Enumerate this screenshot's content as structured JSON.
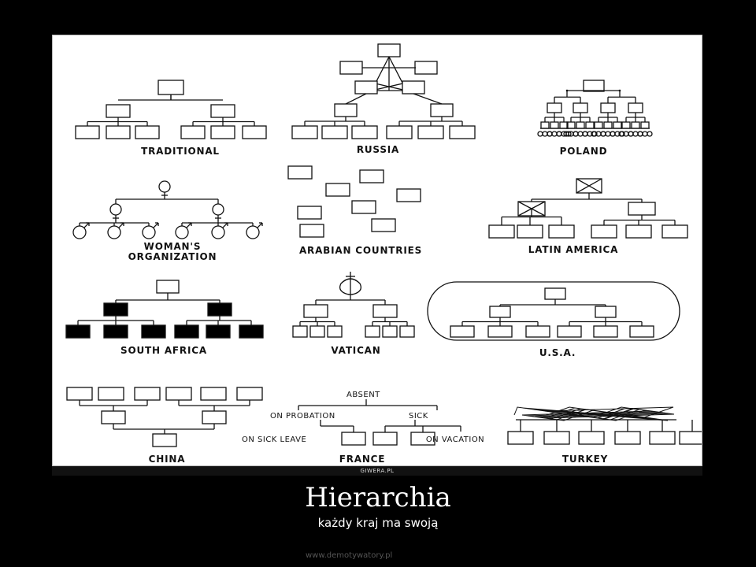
{
  "labels": {
    "traditional": "TRADITIONAL",
    "russia": "RUSSIA",
    "poland": "POLAND",
    "womans_organization": "WOMAN'S ORGANIZATION",
    "arabian_countries": "ARABIAN COUNTRIES",
    "latin_america": "LATIN AMERICA",
    "south_africa": "SOUTH AFRICA",
    "vatican": "VATICAN",
    "usa": "U.S.A.",
    "china": "CHINA",
    "france": "FRANCE",
    "turkey": "TURKEY"
  },
  "france_boxes": {
    "absent": "ABSENT",
    "on_probation": "ON PROBATION",
    "sick": "SICK",
    "on_sick_leave": "ON SICK LEAVE",
    "on_vacation": "ON VACATION"
  },
  "credit": "GIWERA.PL",
  "title": "Hierarchia",
  "subtitle": "każdy kraj ma swoją",
  "watermark": "www.demotywatory.pl"
}
